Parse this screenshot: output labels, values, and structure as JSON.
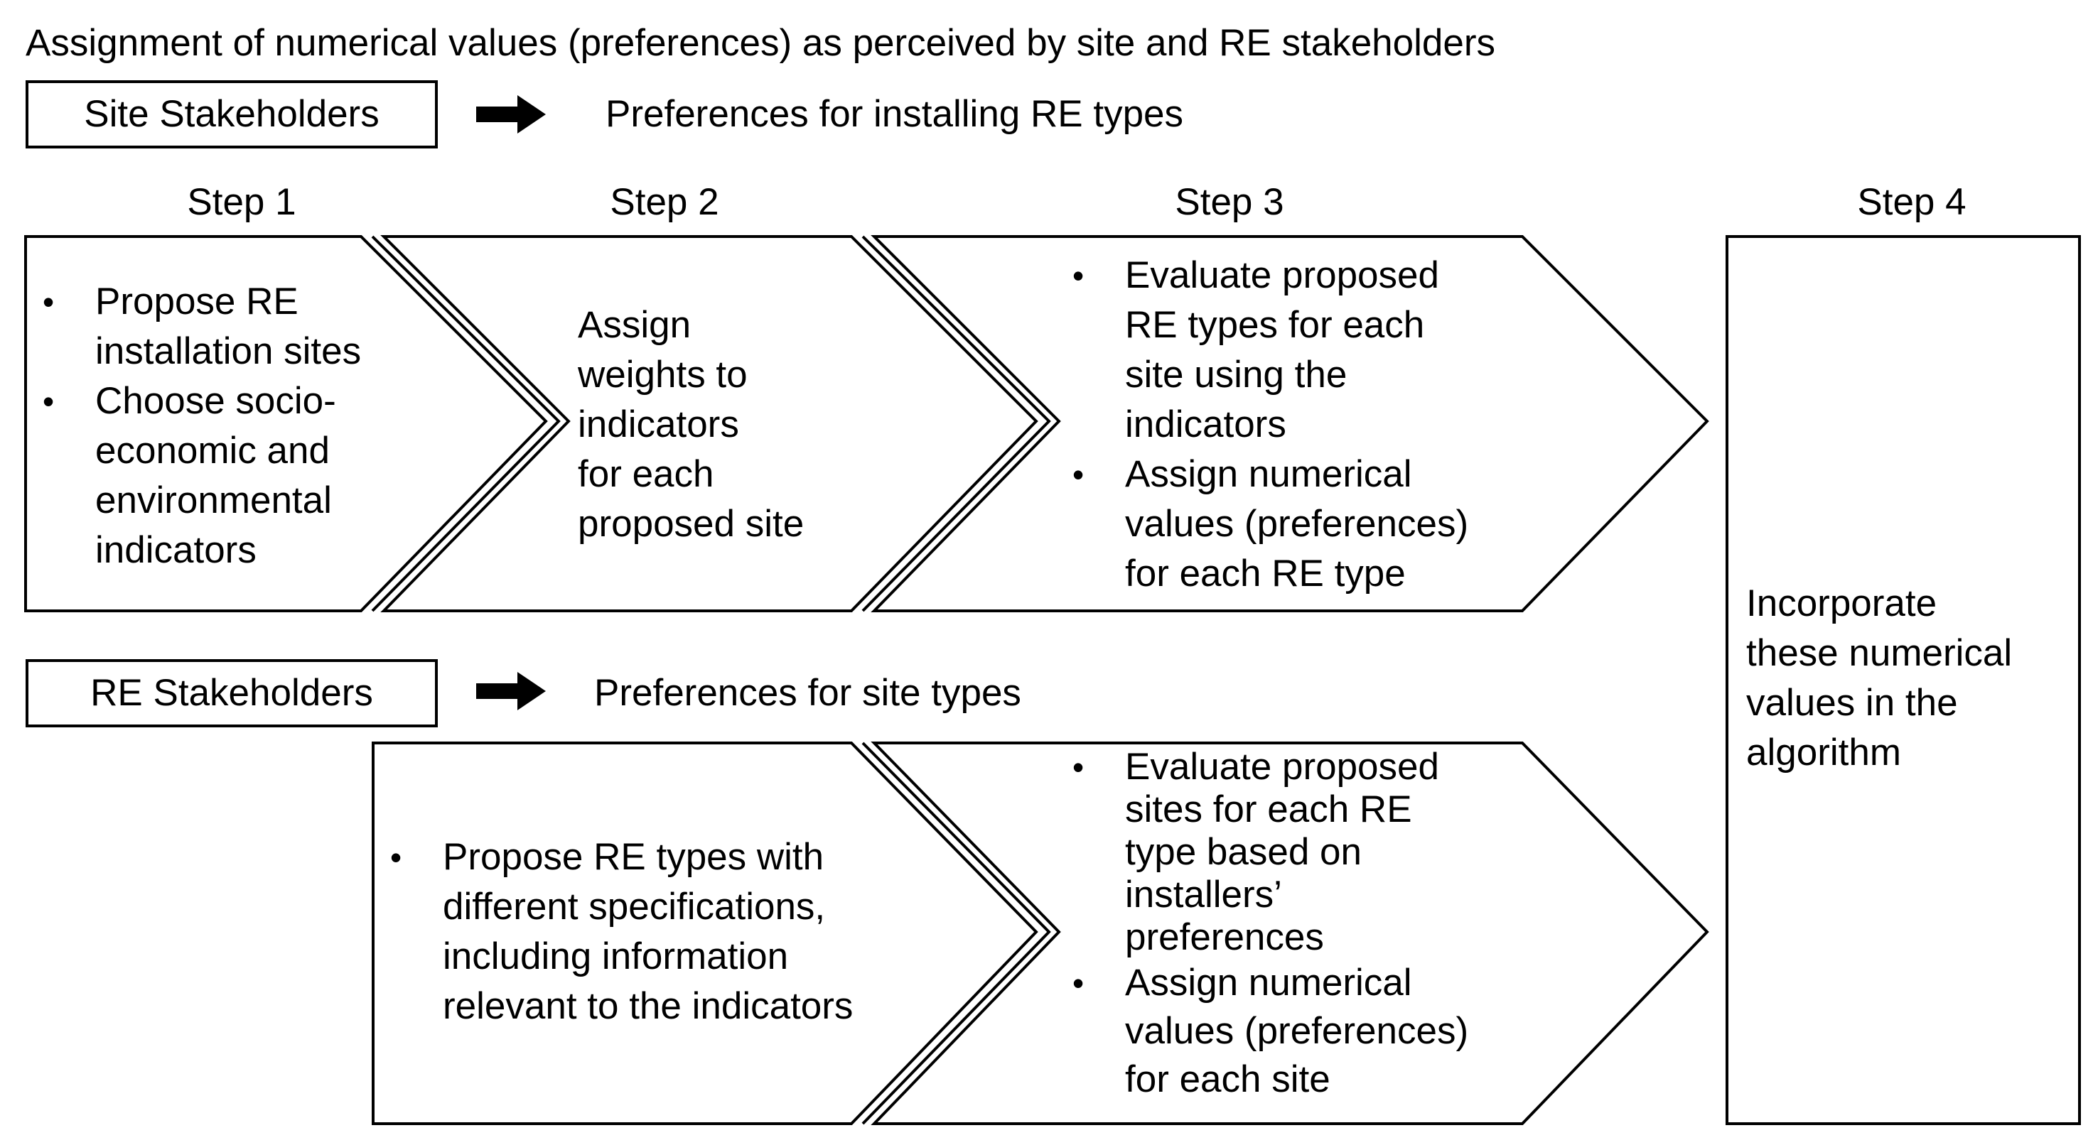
{
  "title": "Assignment of numerical values (preferences) as perceived by site and RE stakeholders",
  "site_row": {
    "stakeholder_label": "Site Stakeholders",
    "arrow_icon": "right-arrow-icon",
    "outcome": "Preferences for installing RE types"
  },
  "re_row": {
    "stakeholder_label": "RE Stakeholders",
    "arrow_icon": "right-arrow-icon",
    "outcome": "Preferences for site types"
  },
  "steps": {
    "step1": "Step 1",
    "step2": "Step 2",
    "step3": "Step 3",
    "step4": "Step 4"
  },
  "site_step1": {
    "bullet1": [
      "Propose RE",
      "installation sites"
    ],
    "bullet2": [
      "Choose socio-",
      "economic and",
      "environmental",
      "indicators"
    ]
  },
  "site_step2": {
    "lines": [
      "Assign",
      "weights to",
      "indicators",
      "for each",
      "proposed site"
    ]
  },
  "site_step3": {
    "bullet1": [
      "Evaluate proposed",
      "RE types for each",
      "site using the",
      "indicators"
    ],
    "bullet2": [
      "Assign numerical",
      "values (preferences)",
      "for each RE type"
    ]
  },
  "re_step2": {
    "bullet1": [
      "Propose RE types with",
      "different specifications,",
      "including information",
      "relevant to the indicators"
    ]
  },
  "re_step3": {
    "bullet1": [
      "Evaluate proposed",
      "sites for each RE",
      "type based on",
      "installers’",
      "preferences"
    ],
    "bullet2": [
      "Assign numerical",
      "values (preferences)",
      "for each site"
    ]
  },
  "step4_box": {
    "lines": [
      "Incorporate",
      "these numerical",
      "values in the",
      "algorithm"
    ]
  }
}
